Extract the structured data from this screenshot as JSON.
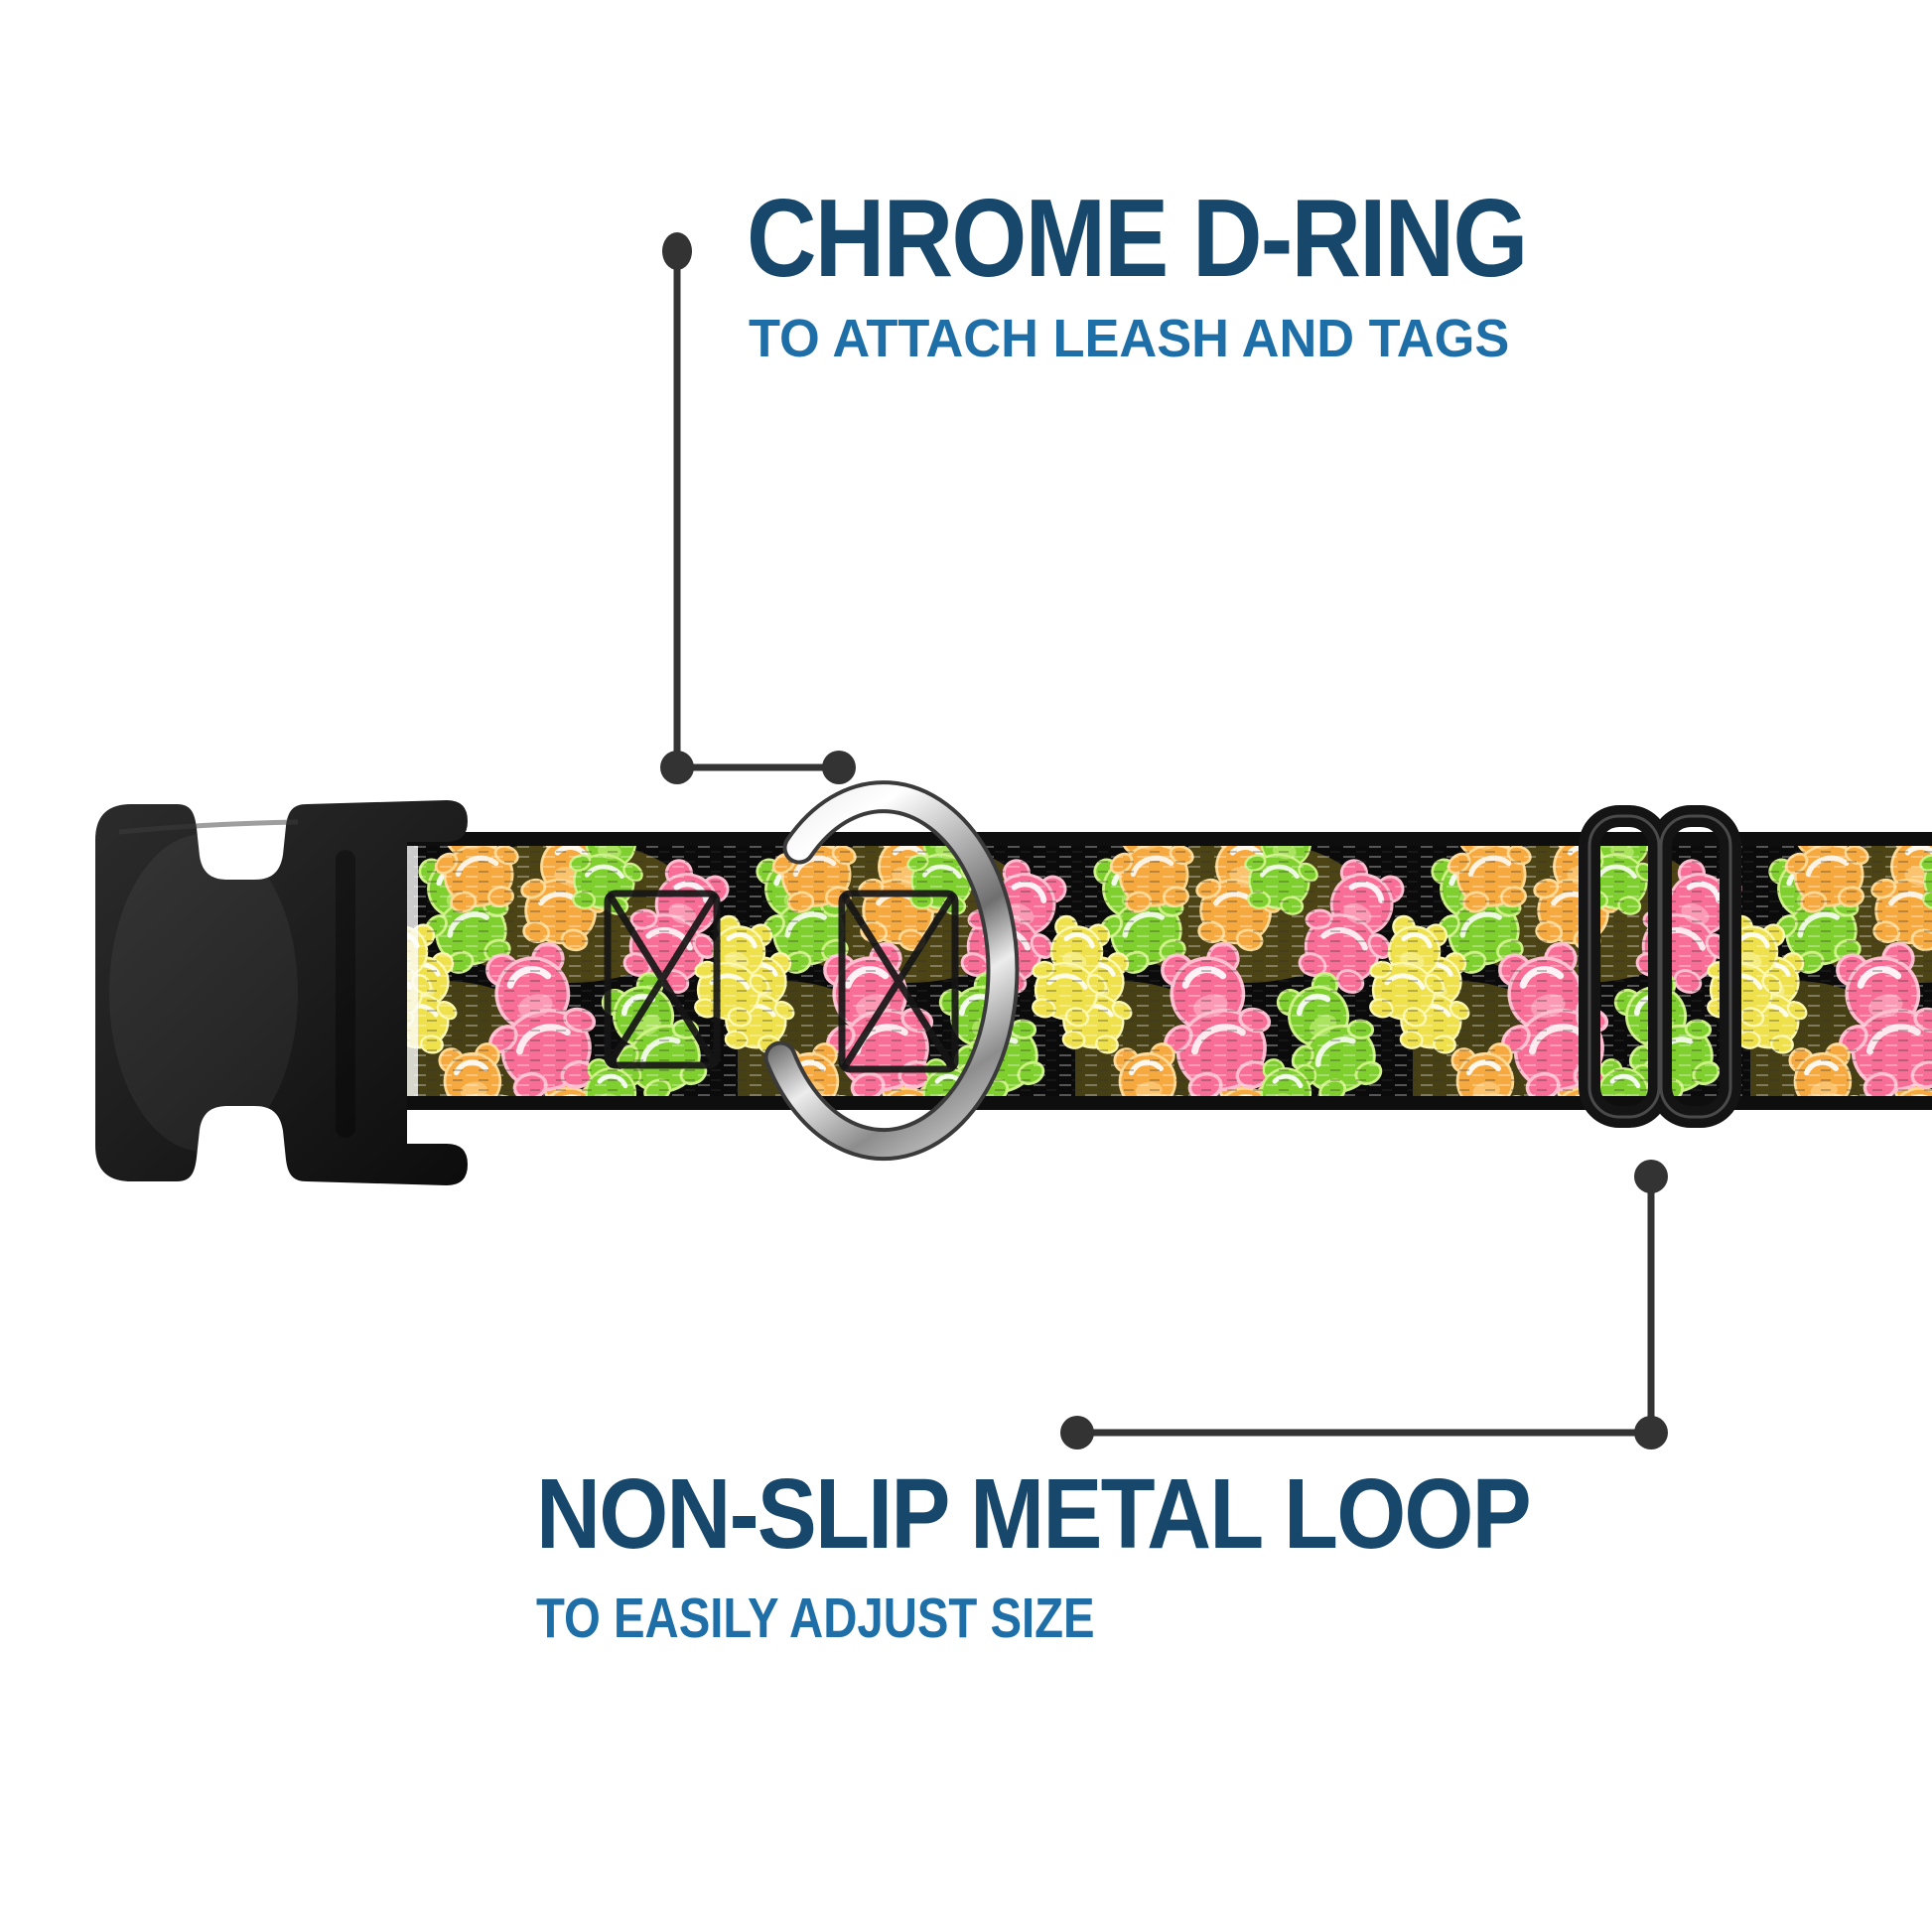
{
  "callouts": [
    {
      "id": "chrome-d-ring",
      "title": "CHROME D-RING",
      "subtitle": "TO ATTACH LEASH AND TAGS"
    },
    {
      "id": "non-slip-metal-loop",
      "title": "NON-SLIP METAL LOOP",
      "subtitle": "TO EASILY ADJUST SIZE"
    }
  ],
  "colors": {
    "title-navy": "#17486c",
    "subtitle-blue": "#1e6ea7",
    "callout-line": "#333333",
    "buckle-black": "#1d1d1d",
    "webbing-edge": "#0e0e0e",
    "chrome-light": "#ffffff",
    "chrome-dark": "#6f6f6f",
    "bear-green": "#7fd02f",
    "bear-pink": "#f96e96",
    "bear-orange": "#f6a93f",
    "bear-yellow": "#efe14b"
  }
}
